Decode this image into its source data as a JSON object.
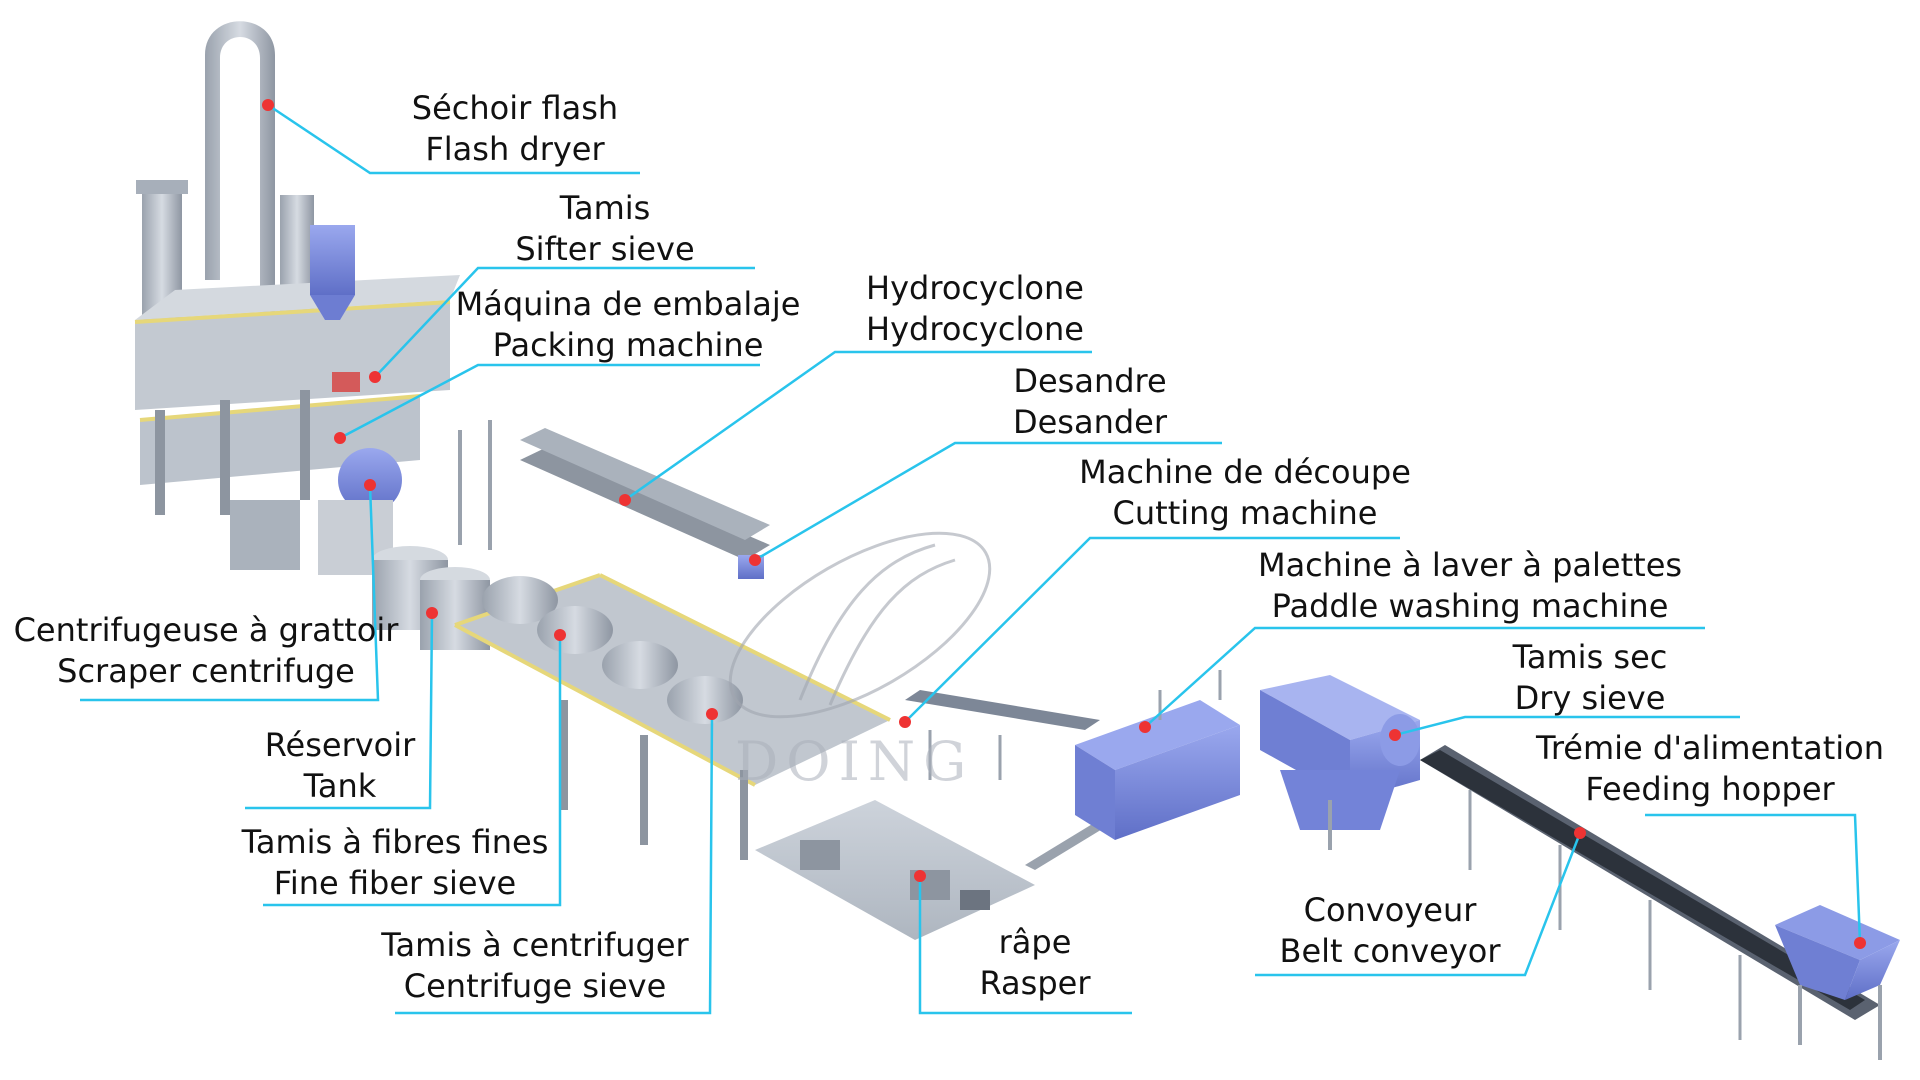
{
  "brand": {
    "watermark": "DOING"
  },
  "colors": {
    "leader": "#29c4ec",
    "dot": "#ee3333",
    "steel": "#b8bfca",
    "steel_dark": "#8b939f",
    "machine_blue": "#7d8ee0",
    "rail": "#e8dc8a"
  },
  "labels": [
    {
      "id": "flash-dryer",
      "fr": "Séchoir flash",
      "en": "Flash dryer"
    },
    {
      "id": "sifter-sieve",
      "fr": "Tamis",
      "en": "Sifter sieve"
    },
    {
      "id": "packing-machine",
      "fr": "Máquina de embalaje",
      "en": "Packing machine"
    },
    {
      "id": "hydrocyclone",
      "fr": "Hydrocyclone",
      "en": "Hydrocyclone"
    },
    {
      "id": "desander",
      "fr": "Desandre",
      "en": "Desander"
    },
    {
      "id": "cutting-machine",
      "fr": "Machine de découpe",
      "en": "Cutting machine"
    },
    {
      "id": "paddle-washing-machine",
      "fr": "Machine à laver à palettes",
      "en": "Paddle washing machine"
    },
    {
      "id": "dry-sieve",
      "fr": "Tamis sec",
      "en": "Dry sieve"
    },
    {
      "id": "feeding-hopper",
      "fr": "Trémie d'alimentation",
      "en": "Feeding hopper"
    },
    {
      "id": "belt-conveyor",
      "fr": "Convoyeur",
      "en": "Belt conveyor"
    },
    {
      "id": "rasper",
      "fr": "râpe",
      "en": "Rasper"
    },
    {
      "id": "centrifuge-sieve",
      "fr": "Tamis à centrifuger",
      "en": "Centrifuge sieve"
    },
    {
      "id": "fine-fiber-sieve",
      "fr": "Tamis à fibres fines",
      "en": "Fine fiber sieve"
    },
    {
      "id": "tank",
      "fr": "Réservoir",
      "en": "Tank"
    },
    {
      "id": "scraper-centrifuge",
      "fr": "Centrifugeuse à grattoir",
      "en": "Scraper centrifuge"
    }
  ]
}
